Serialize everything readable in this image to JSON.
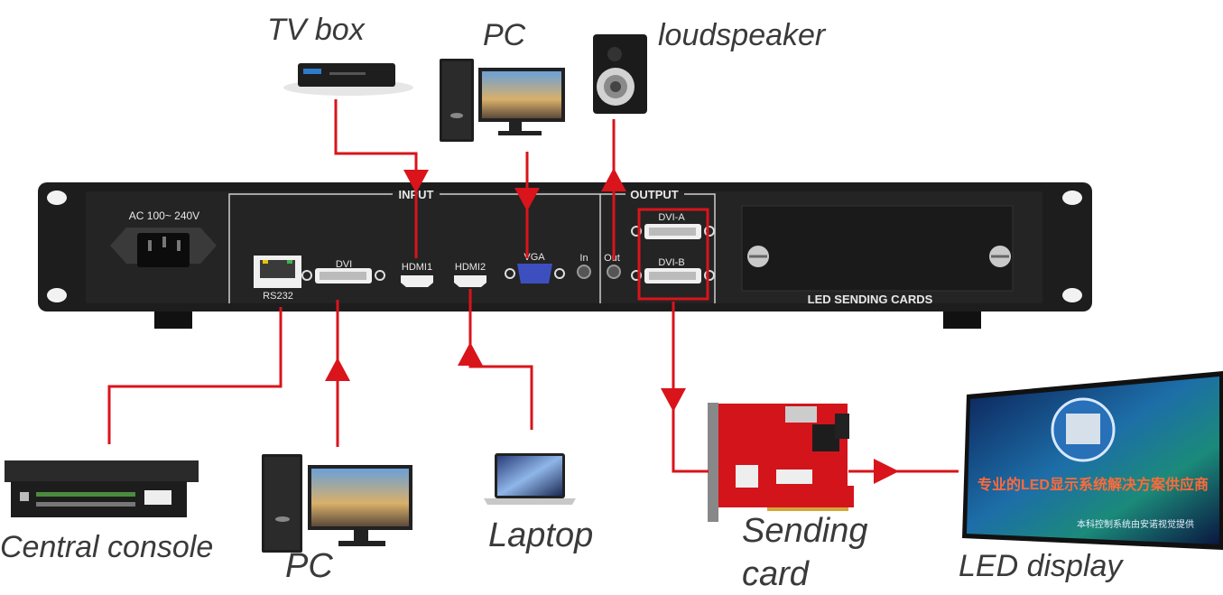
{
  "labels": {
    "tv_box": "TV box",
    "pc_top": "PC",
    "loudspeaker": "loudspeaker",
    "central_console": "Central console",
    "pc_bottom": "PC",
    "laptop": "Laptop",
    "sending_card": "Sending card",
    "led_display": "LED display"
  },
  "panel": {
    "power": "AC 100~ 240V",
    "input": "INPUT",
    "output": "OUTPUT",
    "rs232": "RS232",
    "dvi": "DVI",
    "hdmi1": "HDMI1",
    "hdmi2": "HDMI2",
    "vga": "VGA",
    "in": "In",
    "out": "Out",
    "dvi_a": "DVI-A",
    "dvi_b": "DVI-B",
    "led_sending_cards": "LED SENDING CARDS"
  },
  "display_screen": {
    "headline": "专业的LED显示系统解决方案供应商",
    "subline": "本科控制系统由安诺视觉提供"
  },
  "colors": {
    "connection": "#d9141b",
    "device_body": "#1b1b1b",
    "label_text": "#3a3a3a"
  }
}
